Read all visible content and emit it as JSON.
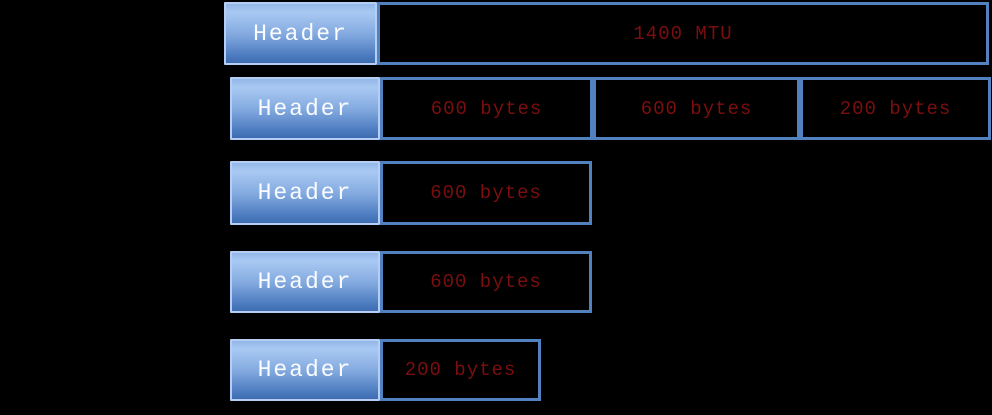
{
  "diagram": {
    "kind": "packet-fragmentation",
    "rows": [
      {
        "header": "Header",
        "segments": [
          "1400 MTU"
        ]
      },
      {
        "header": "Header",
        "segments": [
          "600 bytes",
          "600 bytes",
          "200 bytes"
        ]
      },
      {
        "header": "Header",
        "segments": [
          "600 bytes"
        ]
      },
      {
        "header": "Header",
        "segments": [
          "600 bytes"
        ]
      },
      {
        "header": "Header",
        "segments": [
          "200 bytes"
        ]
      }
    ]
  },
  "colors": {
    "background": "#000000",
    "header_fill_top": "#A9C9F2",
    "header_fill_bottom": "#4B7ABF",
    "header_border": "#B5CEF4",
    "header_text": "#FAFCFF",
    "segment_border": "#5181BE",
    "segment_text": "#7B0E0E"
  }
}
